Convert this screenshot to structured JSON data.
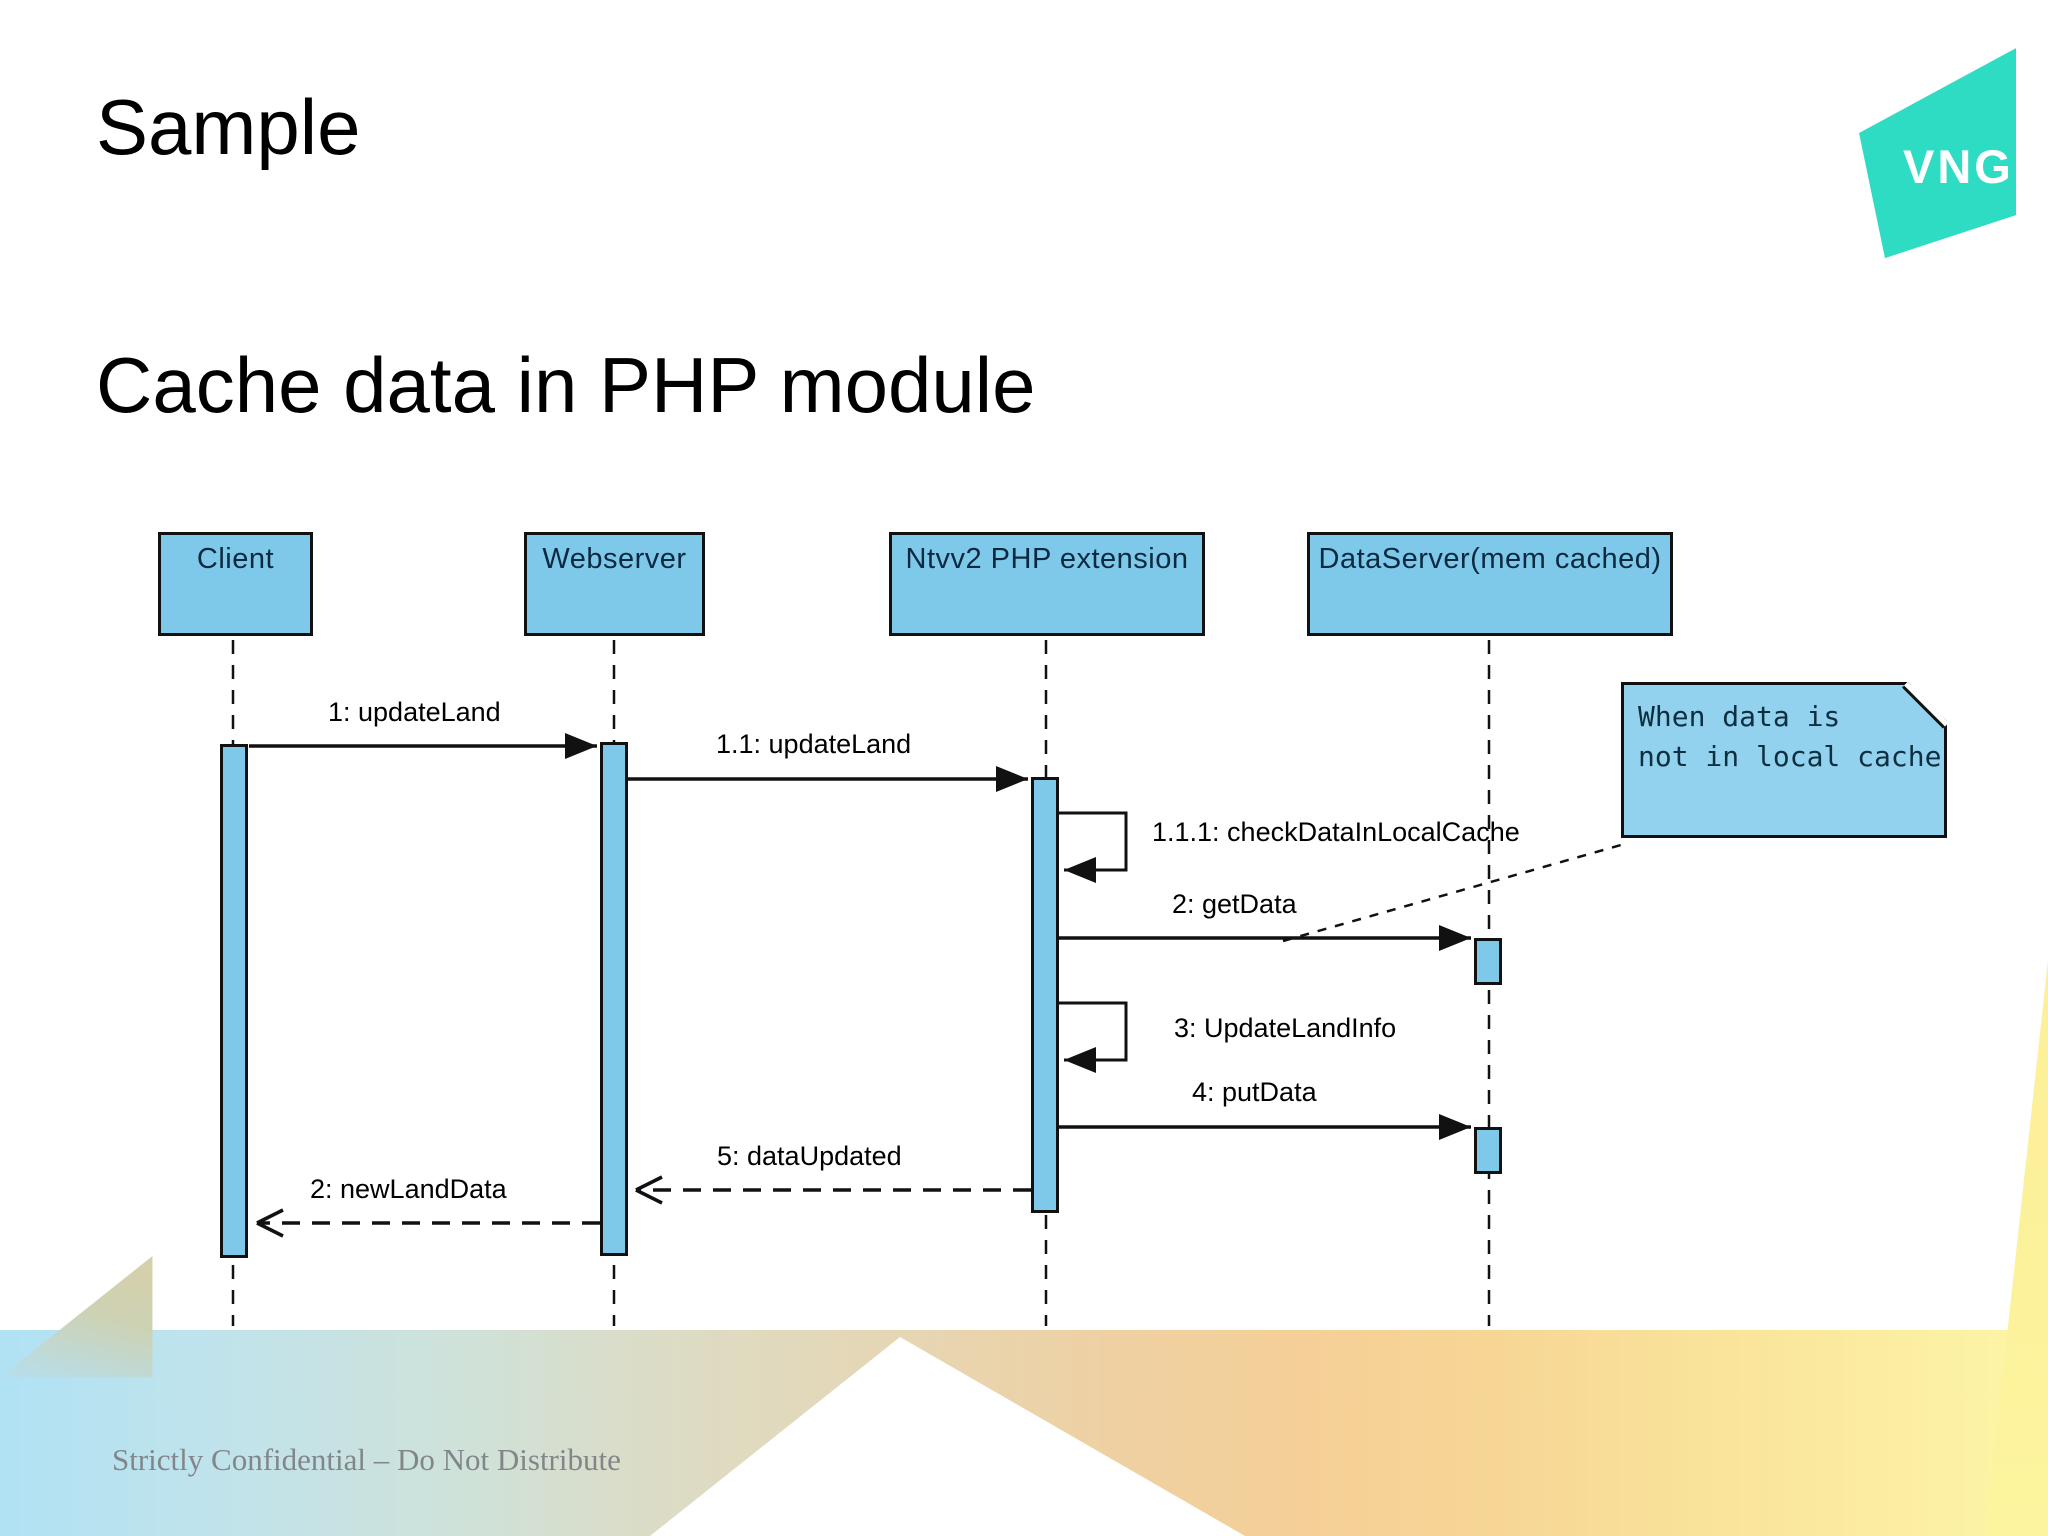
{
  "slide": {
    "title": "Sample",
    "subtitle": "Cache data in PHP module",
    "footer": "Strictly Confidential – Do Not Distribute"
  },
  "logo": {
    "text": "VNG",
    "color": "#2edcc4"
  },
  "diagram": {
    "actors": [
      {
        "name": "Client"
      },
      {
        "name": "Webserver"
      },
      {
        "name": "Ntvv2 PHP extension"
      },
      {
        "name": "DataServer(mem cached)"
      }
    ],
    "messages": [
      {
        "label": "1: updateLand",
        "from": "Client",
        "to": "Webserver",
        "style": "solid-sync"
      },
      {
        "label": "1.1: updateLand",
        "from": "Webserver",
        "to": "Ntvv2 PHP extension",
        "style": "solid-sync"
      },
      {
        "label": "1.1.1: checkDataInLocalCache",
        "from": "Ntvv2 PHP extension",
        "to": "Ntvv2 PHP extension",
        "style": "self-call"
      },
      {
        "label": "2: getData",
        "from": "Ntvv2 PHP extension",
        "to": "DataServer(mem cached)",
        "style": "solid-sync"
      },
      {
        "label": "3: UpdateLandInfo",
        "from": "Ntvv2 PHP extension",
        "to": "Ntvv2 PHP extension",
        "style": "self-call"
      },
      {
        "label": "4: putData",
        "from": "Ntvv2 PHP extension",
        "to": "DataServer(mem cached)",
        "style": "solid-sync"
      },
      {
        "label": "5: dataUpdated",
        "from": "Ntvv2 PHP extension",
        "to": "Webserver",
        "style": "dashed-return"
      },
      {
        "label": "2: newLandData",
        "from": "Webserver",
        "to": "Client",
        "style": "dashed-return"
      }
    ],
    "note": {
      "line1": "When data is",
      "line2": "not in local cache"
    }
  },
  "colors": {
    "actor_box_fill": "#7ec9ea",
    "note_fill": "#93d2ee",
    "logo_teal": "#2edcc4",
    "band_blue": "#b0e2f4",
    "band_yellow": "#fdf6a6"
  }
}
